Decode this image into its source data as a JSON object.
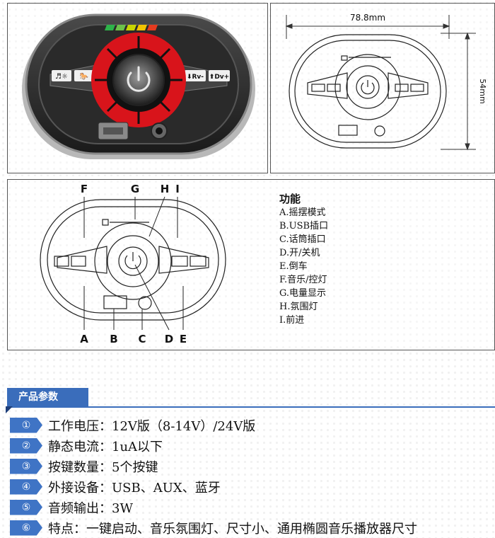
{
  "drawing": {
    "width_label": "78.8mm",
    "height_label": "54mm",
    "panel_labels": {
      "music_light": "♬☼",
      "horse": "🐎",
      "reverse": "⬇Rv-",
      "forward": "⬆Dv+"
    },
    "callouts_top": [
      "F",
      "G",
      "H",
      "I"
    ],
    "callouts_bottom": [
      "A",
      "B",
      "C",
      "D",
      "E"
    ]
  },
  "functions": {
    "title": "功能",
    "items": [
      "A.摇摆模式",
      "B.USB插口",
      "C.话筒插口",
      "D.开/关机",
      "E.倒车",
      "F.音乐/控灯",
      "G.电量显示",
      "H.氛围灯",
      "I.前进"
    ]
  },
  "params": {
    "section_title": "产品参数",
    "items": [
      {
        "num": "①",
        "text": "工作电压：12V版（8-14V）/24V版"
      },
      {
        "num": "②",
        "text": "静态电流：1uA以下"
      },
      {
        "num": "③",
        "text": "按键数量：5个按键"
      },
      {
        "num": "④",
        "text": "外接设备：USB、AUX、蓝牙"
      },
      {
        "num": "⑤",
        "text": "音频输出：3W"
      },
      {
        "num": "⑥",
        "text": "特点：一键启动、音乐氛围灯、尺寸小、通用椭圆音乐播放器尺寸"
      }
    ]
  },
  "colors": {
    "accent": "#3f74c5",
    "ring_red": "#d8141b",
    "battery": [
      "#2eb34a",
      "#6cc24a",
      "#c8d400",
      "#f2c300",
      "#e53b1f"
    ]
  }
}
